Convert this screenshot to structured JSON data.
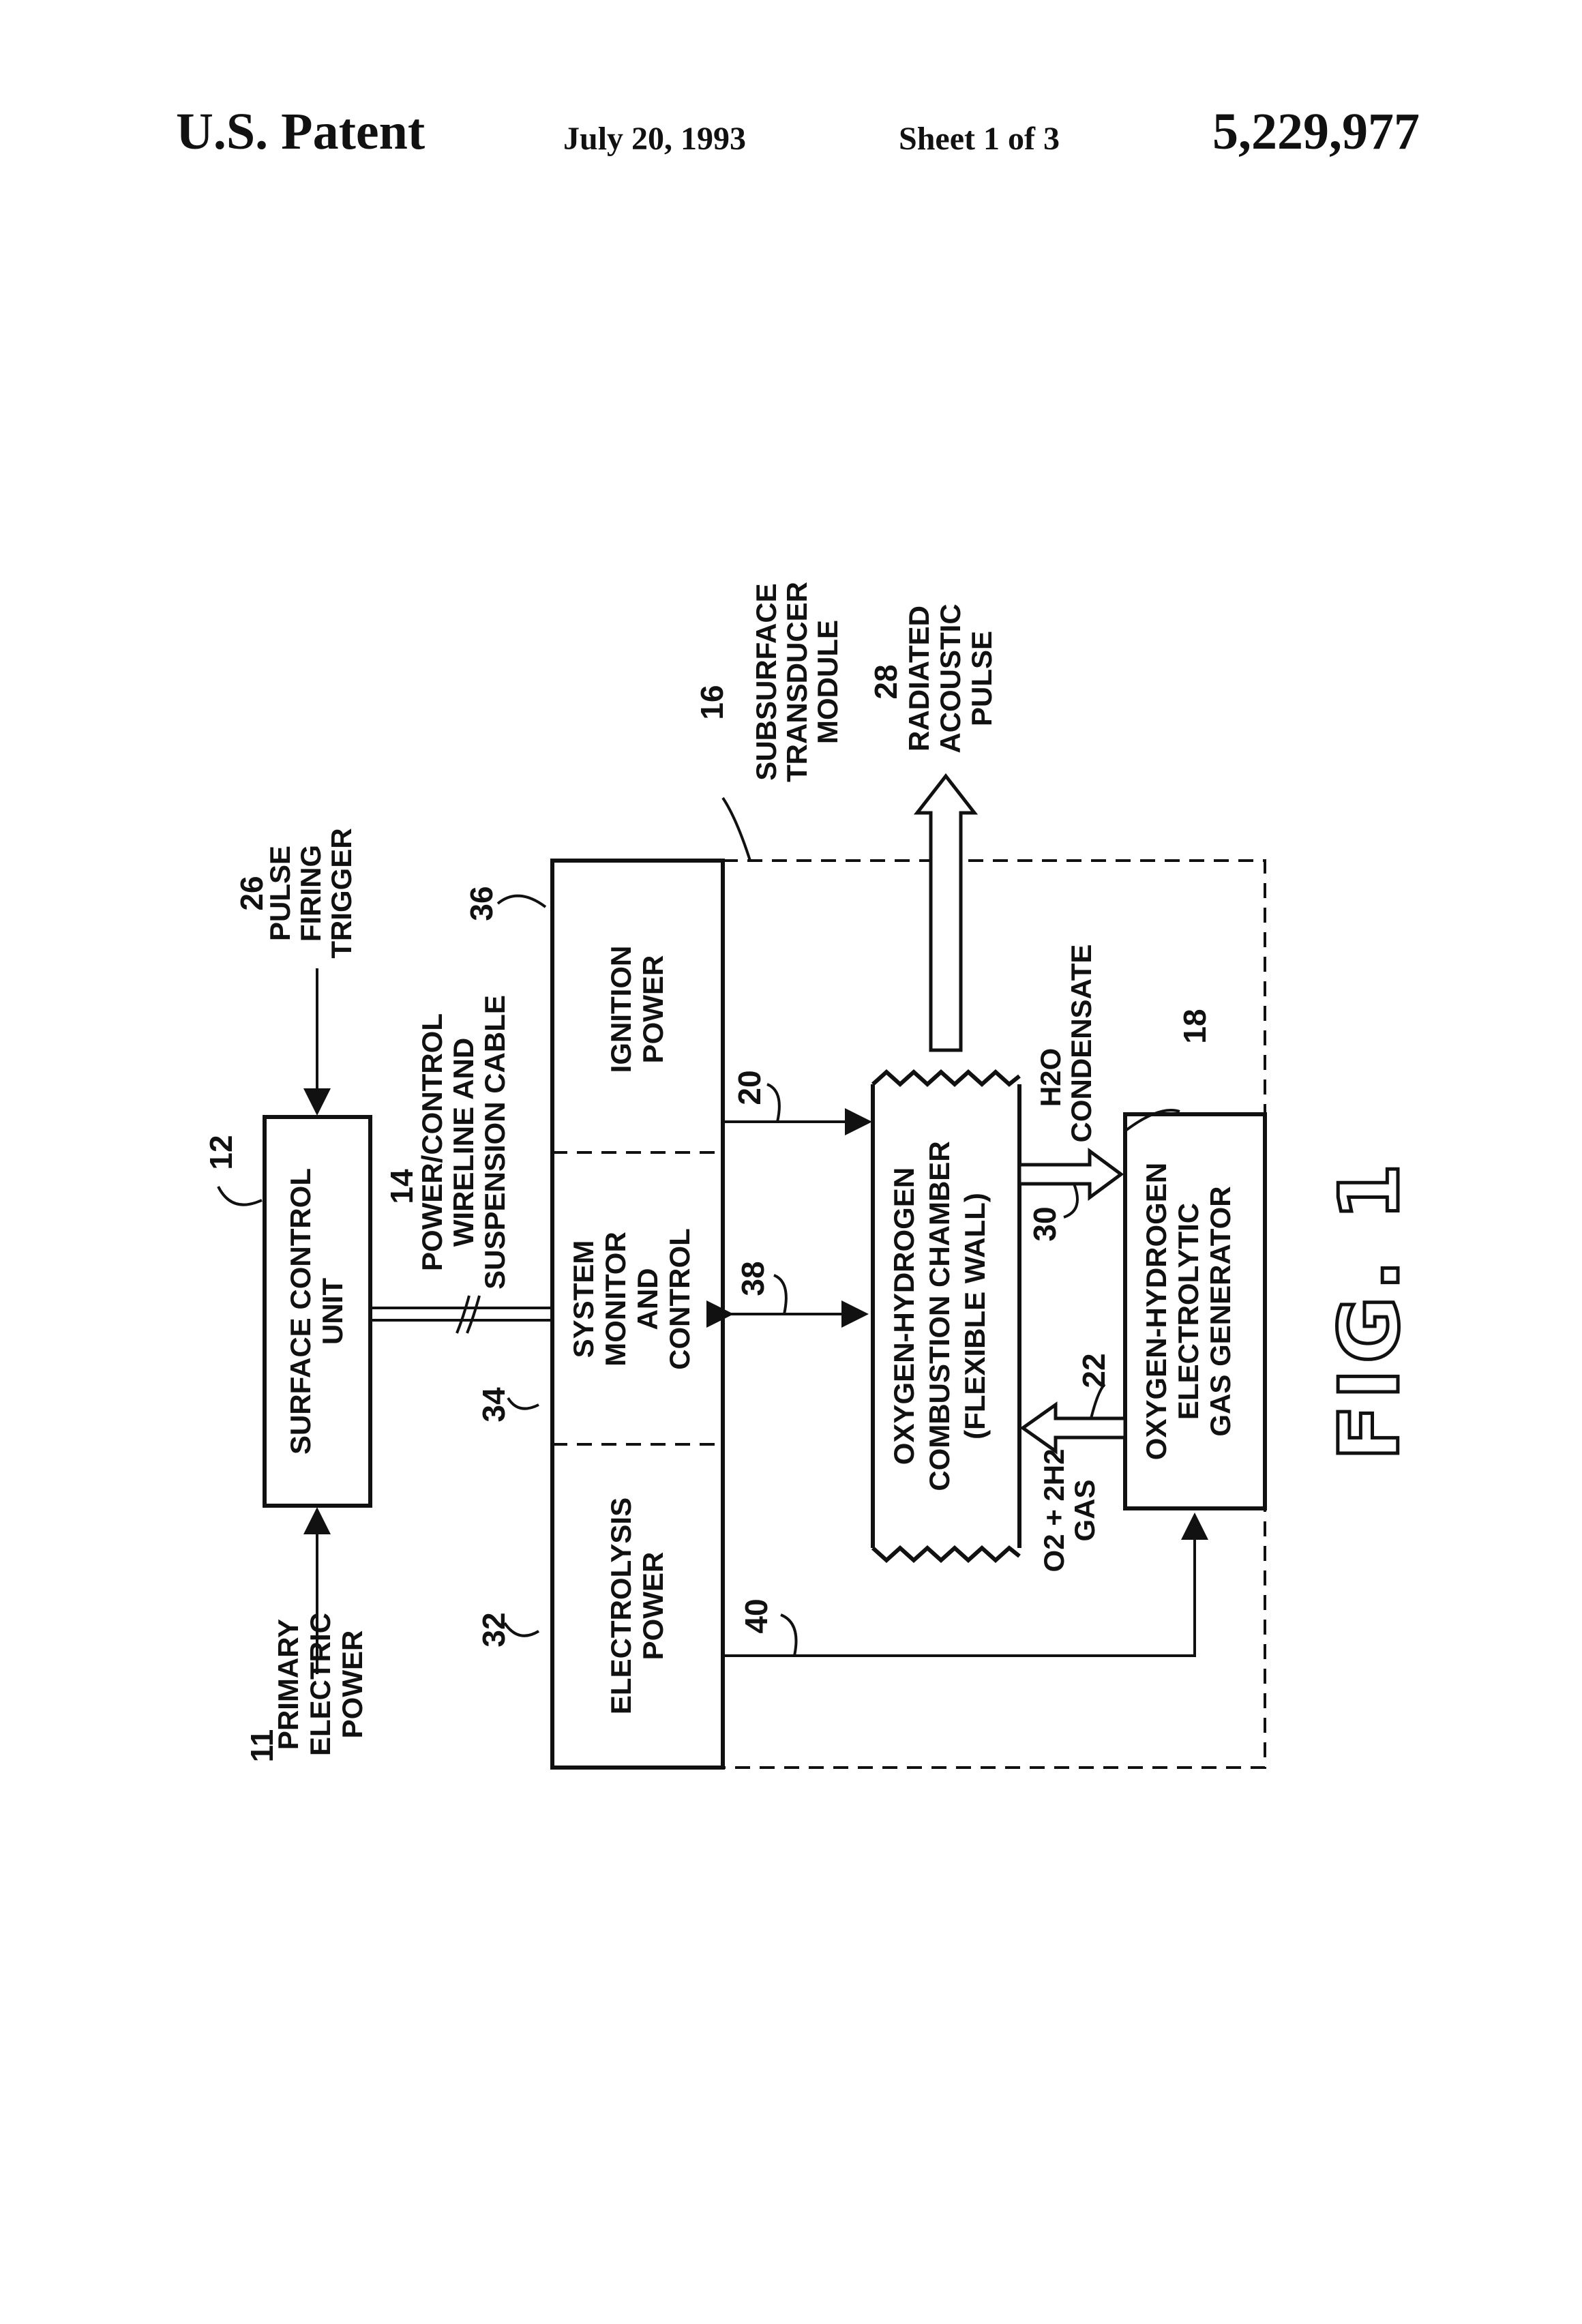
{
  "header": {
    "left": "U.S. Patent",
    "date": "July 20, 1993",
    "sheet": "Sheet 1 of 3",
    "patent_number": "5,229,977"
  },
  "figure": {
    "caption": "FIG. 1",
    "nodes": {
      "primary_power": {
        "ref": "11",
        "lines": [
          "PRIMARY",
          "ELECTRIC",
          "POWER"
        ]
      },
      "surface_control": {
        "ref": "12",
        "lines": [
          "SURFACE CONTROL",
          "UNIT"
        ]
      },
      "cable": {
        "ref": "14",
        "lines": [
          "POWER/CONTROL",
          "WIRELINE AND",
          "SUSPENSION CABLE"
        ]
      },
      "module": {
        "ref": "16",
        "lines": [
          "SUBSURFACE",
          "TRANSDUCER",
          "MODULE"
        ]
      },
      "generator": {
        "ref": "18",
        "lines": [
          "OXYGEN-HYDROGEN",
          "ELECTROLYTIC",
          "GAS GENERATOR"
        ]
      },
      "trigger": {
        "ref": "26",
        "lines": [
          "PULSE",
          "FIRING",
          "TRIGGER"
        ]
      },
      "pulse": {
        "ref": "28",
        "lines": [
          "RADIATED",
          "ACOUSTIC",
          "PULSE"
        ]
      },
      "combustion": {
        "lines": [
          "OXYGEN-HYDROGEN",
          "COMBUSTION CHAMBER",
          "(FLEXIBLE WALL)"
        ]
      },
      "electrolysis_power": {
        "ref": "32",
        "lines": [
          "ELECTROLYSIS",
          "POWER"
        ]
      },
      "system_monitor": {
        "ref": "34",
        "lines": [
          "SYSTEM",
          "MONITOR",
          "AND",
          "CONTROL"
        ]
      },
      "ignition_power": {
        "ref": "36",
        "lines": [
          "IGNITION",
          "POWER"
        ]
      }
    },
    "flows": {
      "condensate": {
        "ref": "30",
        "lines": [
          "H2O",
          "CONDENSATE"
        ]
      },
      "gas": {
        "ref": "22",
        "lines": [
          "O2 + 2H2",
          "GAS"
        ]
      },
      "ignition_line": {
        "ref": "20"
      },
      "control_line": {
        "ref": "38"
      },
      "electrolysis_line": {
        "ref": "40"
      }
    }
  }
}
